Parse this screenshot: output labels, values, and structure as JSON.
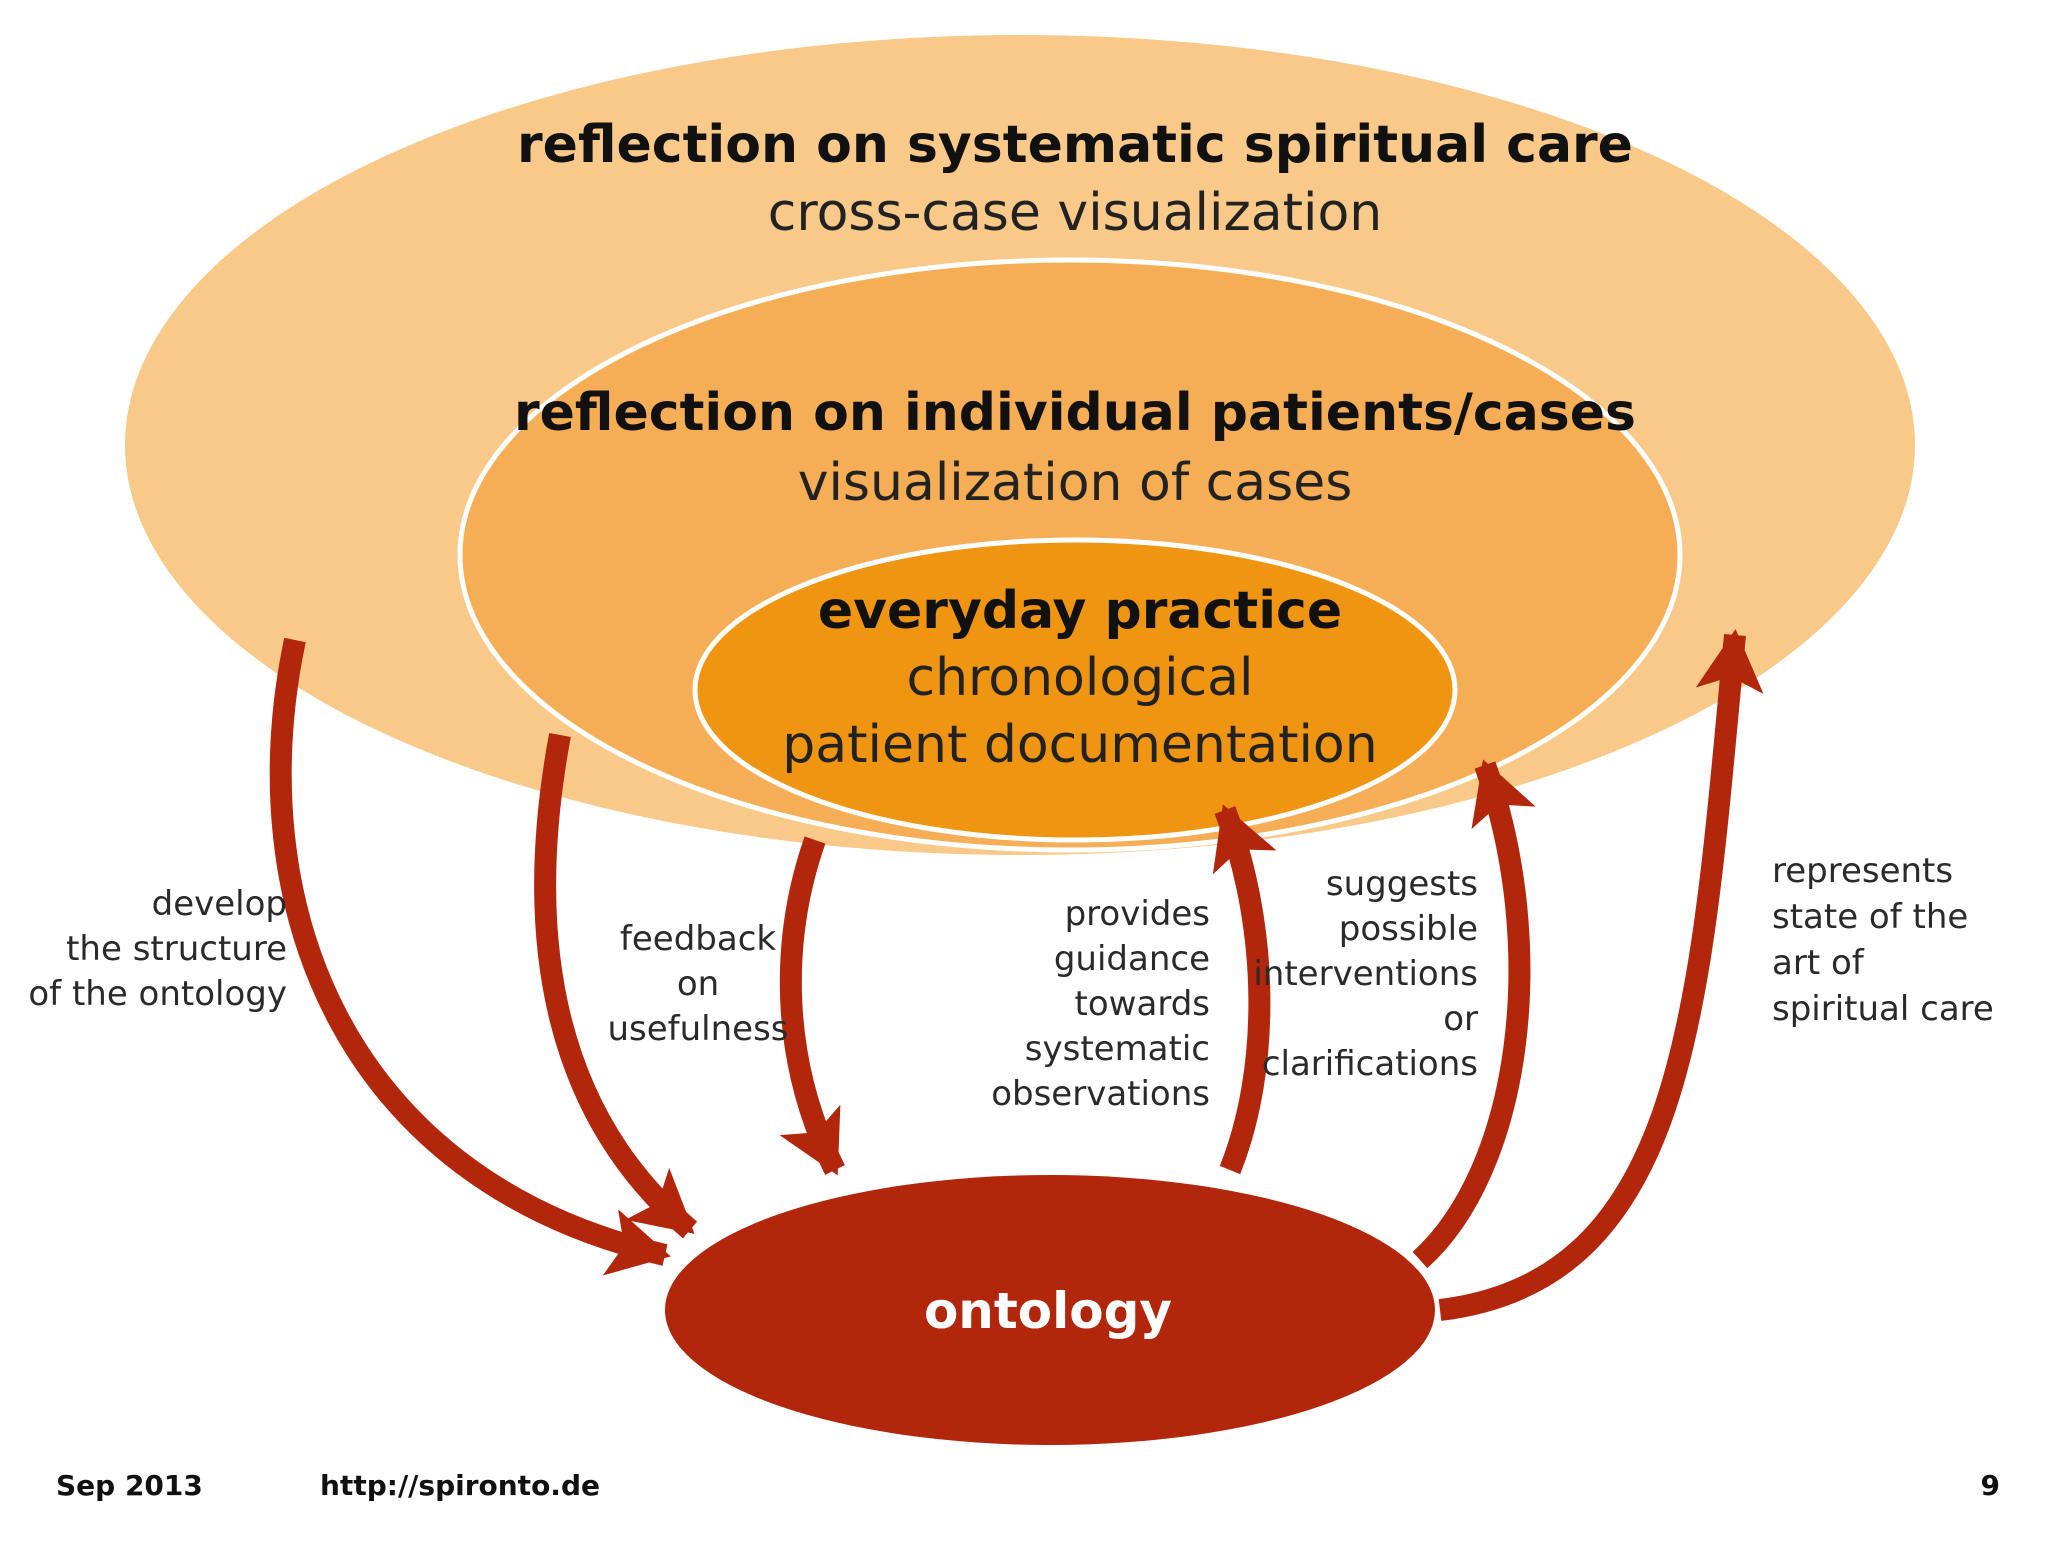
{
  "diagram": {
    "outer": {
      "title": "reflection on systematic spiritual care",
      "subtitle": "cross-case visualization"
    },
    "middle": {
      "title": "reflection on individual patients/cases",
      "subtitle": "visualization of cases"
    },
    "inner": {
      "title": "everyday practice",
      "subtitle_line1": "chronological",
      "subtitle_line2": "patient documentation"
    },
    "ontology": {
      "label": "ontology"
    },
    "arrows": [
      {
        "id": "develop",
        "lines": [
          "develop",
          "the structure",
          "of the ontology"
        ]
      },
      {
        "id": "feedback",
        "lines": [
          "feedback",
          "on",
          "usefulness"
        ]
      },
      {
        "id": "guidance",
        "lines": [
          "provides",
          "guidance",
          "towards",
          "systematic",
          "observations"
        ]
      },
      {
        "id": "suggests",
        "lines": [
          "suggests",
          "possible",
          "interventions",
          "or",
          "clarifications"
        ]
      },
      {
        "id": "represents",
        "lines": [
          "represents",
          "state of the",
          "art of",
          "spiritual care"
        ]
      }
    ],
    "colors": {
      "outer_fill": "#f9c98a",
      "middle_fill": "#f5ae55",
      "inner_fill": "#ef9512",
      "ring_stroke": "#ffffff",
      "ontology_fill": "#b2260c",
      "arrow": "#b2260c"
    }
  },
  "footer": {
    "date": "Sep 2013",
    "url": "http://spironto.de",
    "page": "9"
  }
}
